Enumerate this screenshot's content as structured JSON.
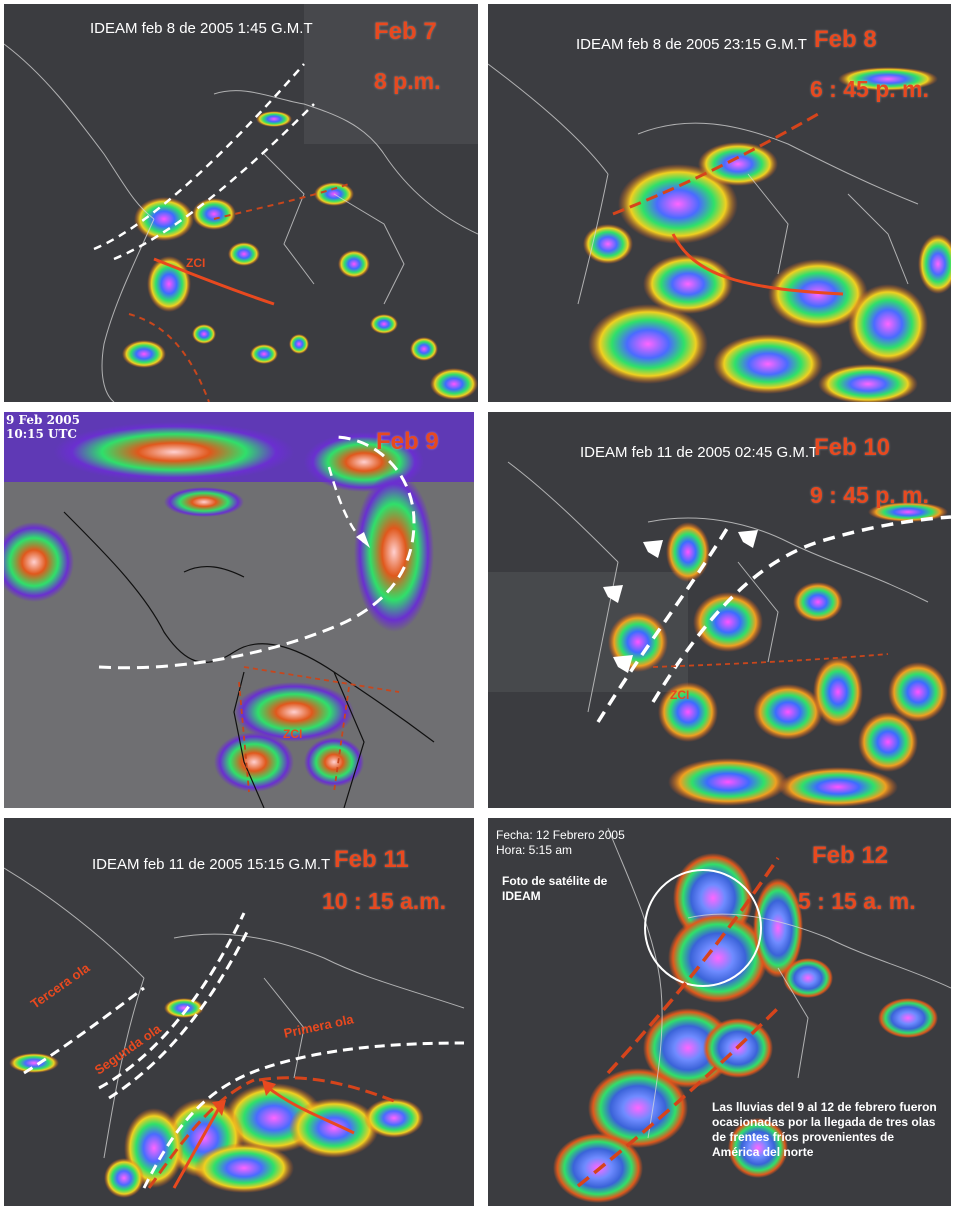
{
  "panels": [
    {
      "id": "p1",
      "header": "IDEAM feb 8 de 2005  1:45 G.M.T",
      "date": "Feb 7",
      "time": "8 p.m.",
      "label": "ZCI"
    },
    {
      "id": "p2",
      "header": "IDEAM feb 8 de 2005  23:15 G.M.T",
      "date": "Feb 8",
      "time": "6 : 45 p. m."
    },
    {
      "id": "p3",
      "header_line1": "9 Feb 2005",
      "header_line2": "10:15 UTC",
      "date": "Feb 9",
      "label": "ZCI"
    },
    {
      "id": "p4",
      "header": "IDEAM feb 11 de 2005  02:45 G.M.T",
      "date": "Feb 10",
      "time": "9 : 45 p. m.",
      "label": "ZCI"
    },
    {
      "id": "p5",
      "header": "IDEAM feb 11 de 2005  15:15 G.M.T",
      "date": "Feb 11",
      "time": "10 : 15 a.m.",
      "waves": [
        "Tercera ola",
        "Segunda ola",
        "Primera ola"
      ]
    },
    {
      "id": "p6",
      "date": "Feb 12",
      "time": "5 : 15 a. m.",
      "info_line1": "Fecha: 12 Febrero 2005",
      "info_line2": "Hora: 5:15 am",
      "photo_line1": "Foto de satélite de",
      "photo_line2": "IDEAM",
      "caption": "Las lluvias del 9 al 12 de febrero fueron ocasionadas por la llegada de tres olas de frentes fríos   provenientes de América del norte"
    }
  ],
  "colors": {
    "accent": "#e8491f",
    "front_white": "#ffffff",
    "satellite_bg": "#3a3b3f"
  }
}
